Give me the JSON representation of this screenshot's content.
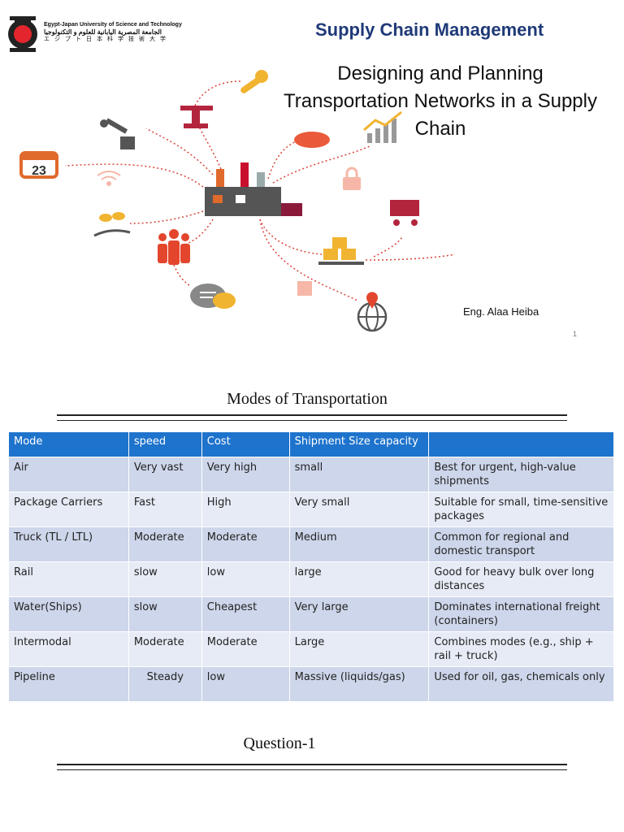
{
  "header": {
    "university_en": "Egypt-Japan University of Science and Technology",
    "university_ar": "الجامعة المصرية اليابانية للعلوم و التكنولوجيا",
    "university_jp": "エジプト日本科学技術大学",
    "course_title": "Supply Chain Management"
  },
  "slide": {
    "title_line1": "Designing and Planning",
    "title_line2": "Transportation Networks in a Supply",
    "title_line3": "Chain",
    "author": "Eng. Alaa Heiba",
    "page_number": "1",
    "calendar_number": "23"
  },
  "section1": {
    "heading": "Modes of Transportation"
  },
  "table": {
    "headers": [
      "Mode",
      "speed",
      "Cost",
      "Shipment Size capacity",
      ""
    ],
    "rows": [
      [
        "Air",
        "Very vast",
        "Very high",
        "small",
        "Best for urgent, high-value shipments"
      ],
      [
        "Package Carriers",
        "Fast",
        "High",
        "Very small",
        "Suitable for small, time-sensitive packages"
      ],
      [
        "Truck (TL / LTL)",
        "Moderate",
        "Moderate",
        "Medium",
        "Common for regional and domestic transport"
      ],
      [
        "Rail",
        "slow",
        "low",
        "large",
        "Good for heavy bulk over long distances"
      ],
      [
        "Water(Ships)",
        "slow",
        "Cheapest",
        "Very large",
        "Dominates international freight (containers)"
      ],
      [
        "Intermodal",
        "Moderate",
        "Moderate",
        "Large",
        "Combines modes (e.g., ship + rail + truck)"
      ],
      [
        "Pipeline",
        "Steady",
        "low",
        "Massive (liquids/gas)",
        "Used for oil, gas, chemicals only"
      ]
    ]
  },
  "section2": {
    "heading": "Question-1"
  },
  "colors": {
    "header_blue": "#1e73cc",
    "row_dark": "#cdd6ea",
    "row_light": "#e6ebf5",
    "title_blue": "#1f3a78"
  }
}
